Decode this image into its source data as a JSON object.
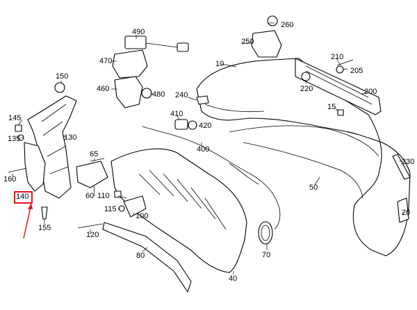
{
  "part_numbers": [
    "490",
    "260",
    "250",
    "470",
    "10",
    "210",
    "205",
    "150",
    "200",
    "460",
    "480",
    "240",
    "220",
    "15",
    "145",
    "130",
    "135",
    "410",
    "420",
    "400",
    "65",
    "230",
    "160",
    "50",
    "140",
    "110",
    "60",
    "115",
    "100",
    "155",
    "20",
    "120",
    "70",
    "80",
    "40"
  ],
  "highlighted_part": "140",
  "colors": {
    "line": "#000000",
    "highlight": "#e0141e",
    "background": "#ffffff"
  }
}
